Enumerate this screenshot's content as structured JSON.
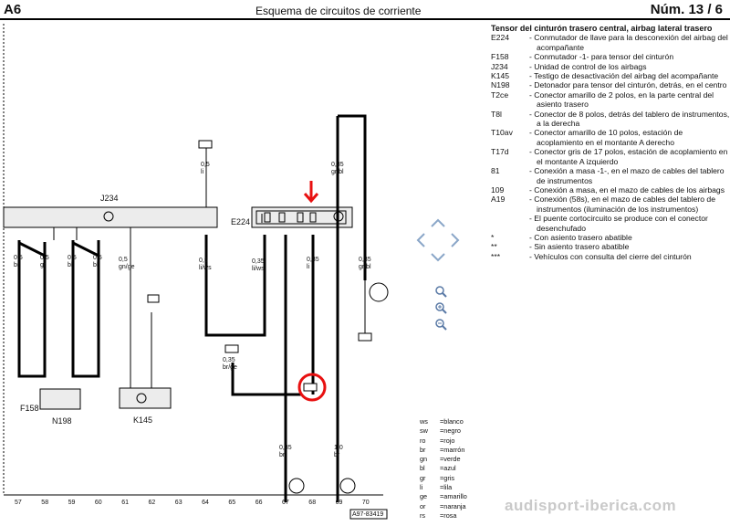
{
  "header": {
    "left": "A6",
    "center": "Esquema de circuitos de corriente",
    "right": "Núm.   13 / 6"
  },
  "legend": {
    "title": "Tensor del cinturón trasero central, airbag lateral trasero",
    "items": [
      {
        "key": "E224",
        "desc": "Conmutador de llave para la desconexión del airbag del acompañante"
      },
      {
        "key": "F158",
        "desc": "Conmutador -1- para tensor del cinturón"
      },
      {
        "key": "J234",
        "desc": "Unidad de control de los airbags"
      },
      {
        "key": "K145",
        "desc": "Testigo de desactivación del airbag del acompañante"
      },
      {
        "key": "N198",
        "desc": "Detonador para tensor del cinturón, detrás, en el centro"
      },
      {
        "key": "T2ce",
        "desc": "Conector amarillo de 2 polos, en la parte central del asiento trasero"
      },
      {
        "key": "T8l",
        "desc": "Conector de 8 polos, detrás del tablero de instrumentos, a la derecha"
      },
      {
        "key": "T10av",
        "desc": "Conector amarillo de 10 polos, estación de acoplamiento en el montante A derecho"
      },
      {
        "key": "T17d",
        "desc": "Conector gris de 17 polos, estación de acoplamiento en el montante A izquierdo"
      },
      {
        "key": "81",
        "desc": "Conexión a masa -1-, en el mazo de cables del tablero de instrumentos"
      },
      {
        "key": "109",
        "desc": "Conexión a masa, en el mazo de cables de los airbags"
      },
      {
        "key": "A19",
        "desc": "Conexión (58s), en el mazo de cables del tablero de instrumentos (iluminación de los instrumentos)"
      },
      {
        "key": "",
        "desc": "El puente cortocircuito se produce con el conector desenchufado"
      },
      {
        "key": "*",
        "desc": "Con asiento trasero abatible"
      },
      {
        "key": "**",
        "desc": "Sin asiento trasero abatible"
      },
      {
        "key": "***",
        "desc": "Vehículos con consulta del cierre del cinturón"
      }
    ]
  },
  "colors": [
    {
      "k": "ws",
      "v": "blanco"
    },
    {
      "k": "sw",
      "v": "negro"
    },
    {
      "k": "ro",
      "v": "rojo"
    },
    {
      "k": "br",
      "v": "marrón"
    },
    {
      "k": "gn",
      "v": "verde"
    },
    {
      "k": "bl",
      "v": "azul"
    },
    {
      "k": "gr",
      "v": "gris"
    },
    {
      "k": "li",
      "v": "lila"
    },
    {
      "k": "ge",
      "v": "amarillo"
    },
    {
      "k": "or",
      "v": "naranja"
    },
    {
      "k": "rs",
      "v": "rosa"
    }
  ],
  "diagram": {
    "track_numbers": [
      "57",
      "58",
      "59",
      "60",
      "61",
      "62",
      "63",
      "64",
      "65",
      "66",
      "67",
      "68",
      "69",
      "70"
    ],
    "j234": "J234",
    "e224": "E224",
    "f158": "F158",
    "n198": "N198",
    "k145": "K145",
    "ref": "A97-83419",
    "wires": {
      "w1": "0,5\nbr",
      "w2": "0,5\ngr",
      "w3": "0,5\nbl",
      "w4": "0,5\nbl",
      "w5": "0,5\ngn/ge",
      "w6": "0,5\nli/ws",
      "w7": "0,35\nli/ws",
      "w8": "0,35\nbr/ge",
      "w9": "0,35\nli",
      "w10": "0,35\nbr",
      "w11": "0,35\ngr/bl",
      "w12": "0,5\nli",
      "w13": "1,0\nbr",
      "w14": "0,35\ngr/bl"
    }
  },
  "watermark": "audisport-iberica.com",
  "accent": "#e81010"
}
